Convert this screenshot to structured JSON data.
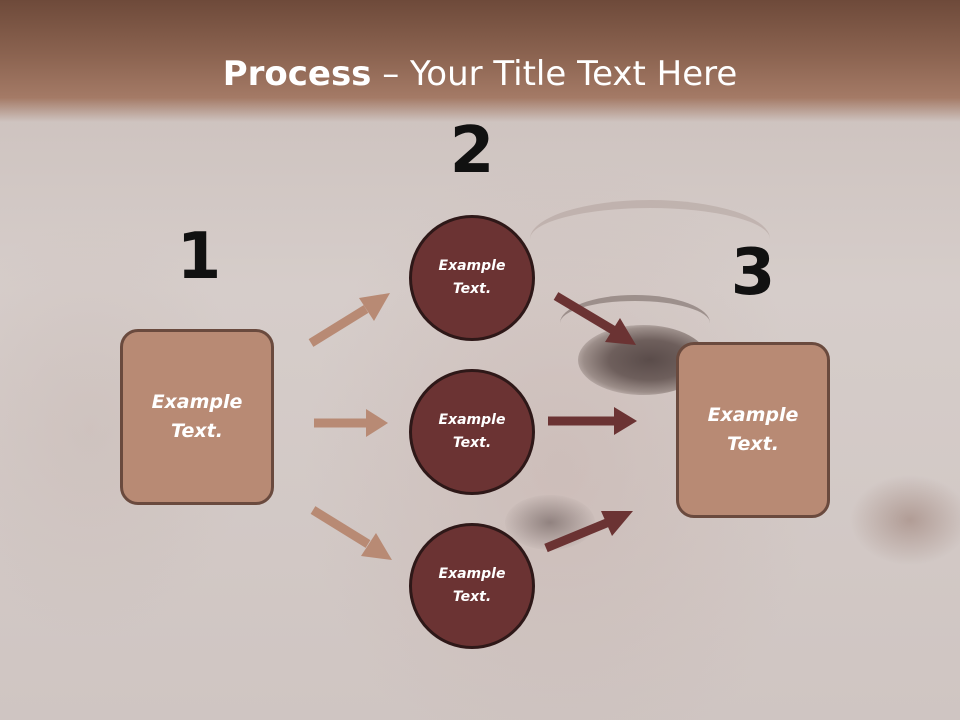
{
  "title": {
    "bold": "Process",
    "rest": " – Your Title Text Here"
  },
  "steps": {
    "one": {
      "number": "1",
      "box_text": "Example Text."
    },
    "two": {
      "number": "2",
      "circles": [
        "Example Text.",
        "Example Text.",
        "Example Text."
      ]
    },
    "three": {
      "number": "3",
      "box_text": "Example Text."
    }
  },
  "colors": {
    "header": "#8b6350",
    "box_fill": "#b88a74",
    "circle_fill": "#6b3333",
    "arrow_light": "#b88a74",
    "arrow_dark": "#6b3333"
  }
}
